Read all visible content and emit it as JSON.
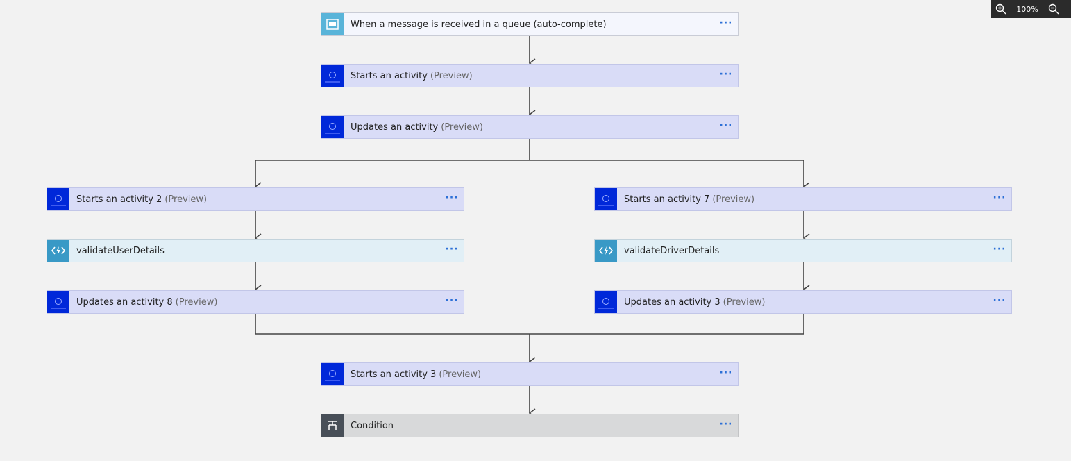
{
  "zoom": {
    "level": "100%",
    "zoom_in_icon": "zoom-in-icon",
    "zoom_out_icon": "zoom-out-icon"
  },
  "steps": {
    "trigger": {
      "title": "When a message is received in a queue (auto-complete)",
      "preview": "",
      "icon": "service-bus-icon",
      "more": "···"
    },
    "start1": {
      "title": "Starts an activity",
      "preview": "(Preview)",
      "icon": "media-services-icon",
      "more": "···"
    },
    "update1": {
      "title": "Updates an activity",
      "preview": "(Preview)",
      "icon": "media-services-icon",
      "more": "···"
    },
    "start2": {
      "title": "Starts an activity 2",
      "preview": "(Preview)",
      "icon": "media-services-icon",
      "more": "···"
    },
    "validateUser": {
      "title": "validateUserDetails",
      "preview": "",
      "icon": "azure-function-icon",
      "more": "···"
    },
    "update8": {
      "title": "Updates an activity 8",
      "preview": "(Preview)",
      "icon": "media-services-icon",
      "more": "···"
    },
    "start7": {
      "title": "Starts an activity 7",
      "preview": "(Preview)",
      "icon": "media-services-icon",
      "more": "···"
    },
    "validateDriver": {
      "title": "validateDriverDetails",
      "preview": "",
      "icon": "azure-function-icon",
      "more": "···"
    },
    "update3": {
      "title": "Updates an activity 3",
      "preview": "(Preview)",
      "icon": "media-services-icon",
      "more": "···"
    },
    "start3": {
      "title": "Starts an activity 3",
      "preview": "(Preview)",
      "icon": "media-services-icon",
      "more": "···"
    },
    "condition": {
      "title": "Condition",
      "preview": "",
      "icon": "condition-icon",
      "more": "···"
    }
  },
  "colors": {
    "canvas": "#f2f2f2",
    "connector": "#444444",
    "activity_card": "#d9dcf7",
    "function_card": "#e1eff6",
    "condition_card": "#d8d9da",
    "more_dots": "#2c6fd6"
  }
}
